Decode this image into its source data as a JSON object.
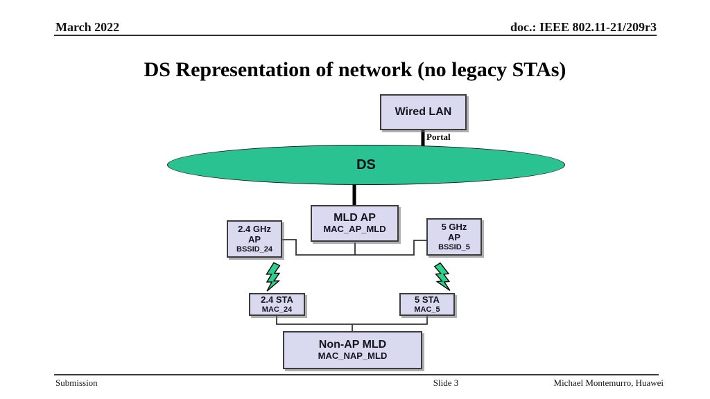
{
  "header": {
    "date": "March 2022",
    "doc": "doc.: IEEE 802.11-21/209r3"
  },
  "title": "DS Representation of network (no legacy STAs)",
  "diagram": {
    "wired_lan": {
      "label": "Wired LAN"
    },
    "portal_label": "Portal",
    "ds_label": "DS",
    "mld_ap": {
      "line1": "MLD AP",
      "line2": "MAC_AP_MLD"
    },
    "ap_24": {
      "line1": "2.4 GHz",
      "line2": "AP",
      "line3": "BSSID_24"
    },
    "ap_5": {
      "line1": "5 GHz",
      "line2": "AP",
      "line3": "BSSID_5"
    },
    "sta_24": {
      "line1": "2.4 STA",
      "line2": "MAC_24"
    },
    "sta_5": {
      "line1": "5 STA",
      "line2": "MAC_5"
    },
    "non_ap_mld": {
      "line1": "Non-AP MLD",
      "line2": "MAC_NAP_MLD"
    }
  },
  "footer": {
    "left": "Submission",
    "center": "Slide 3",
    "right": "Michael Montemurro, Huawei"
  },
  "colors": {
    "ds_fill": "#2bc292",
    "box_fill": "#d9d9f0",
    "box_border": "#3c3c3c",
    "bolt_fill": "#2bd08d",
    "connector": "#333333"
  }
}
